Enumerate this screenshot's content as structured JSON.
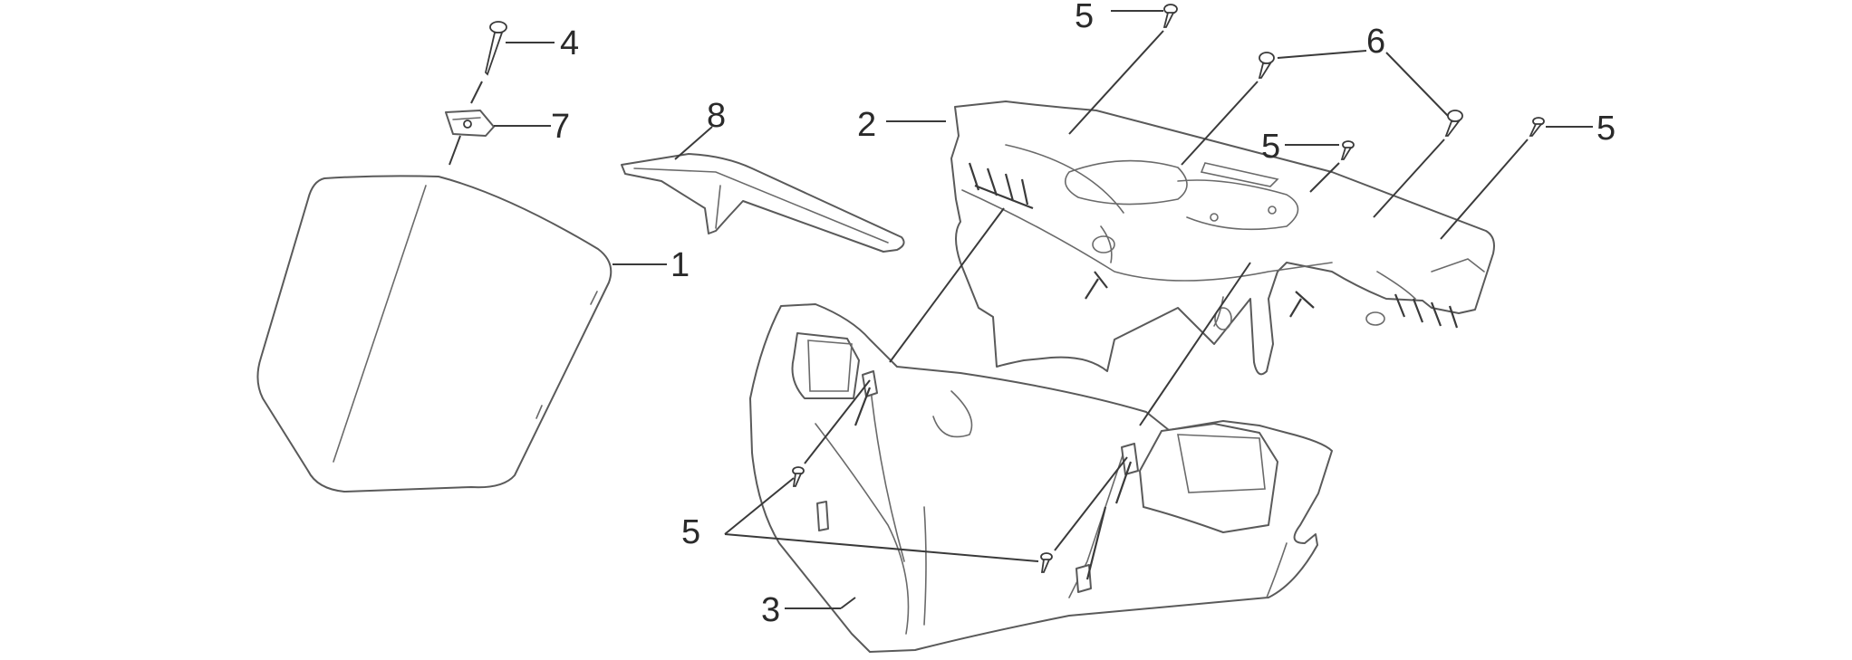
{
  "callouts": {
    "c1": "1",
    "c2": "2",
    "c3": "3",
    "c4": "4",
    "c5a": "5",
    "c5b": "5",
    "c5c": "5",
    "c5d": "5",
    "c6": "6",
    "c7": "7",
    "c8": "8"
  }
}
